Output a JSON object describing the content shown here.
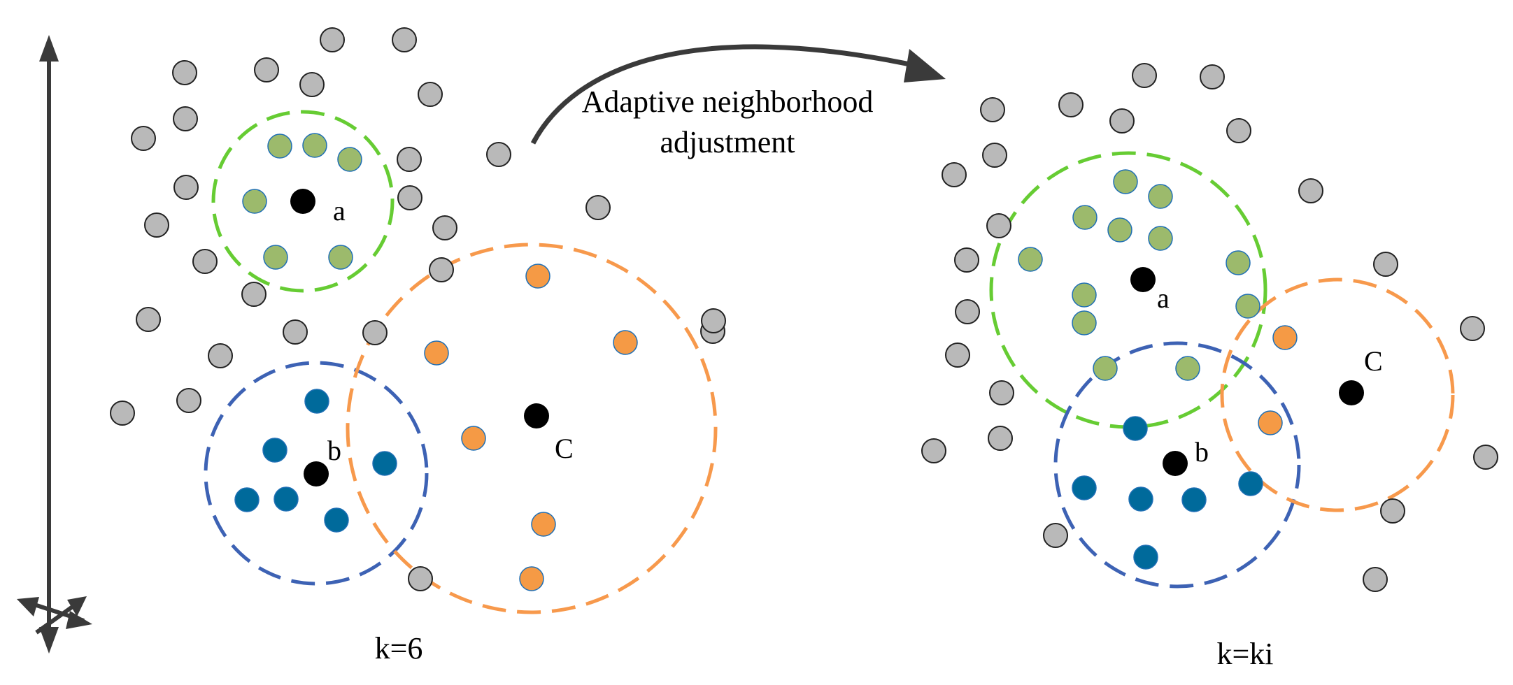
{
  "colors": {
    "gray": "#b9b9b9",
    "green": "#9cba6c",
    "blue": "#006a9b",
    "orange": "#f59a45",
    "black": "#000000",
    "green_circle": "#66cc33",
    "blue_circle": "#3d62b4",
    "orange_circle": "#f7994c",
    "arrow": "#3a3a3a"
  },
  "arrow_label": {
    "line1": "Adaptive neighborhood",
    "line2": "adjustment"
  },
  "panels": [
    {
      "id": "left",
      "k_label": "k=6",
      "centers": [
        {
          "label": "a",
          "group": "green"
        },
        {
          "label": "b",
          "group": "blue"
        },
        {
          "label": "C",
          "group": "orange"
        }
      ]
    },
    {
      "id": "right",
      "k_label": "k=ki",
      "centers": [
        {
          "label": "a",
          "group": "green"
        },
        {
          "label": "b",
          "group": "blue"
        },
        {
          "label": "C",
          "group": "orange"
        }
      ]
    }
  ]
}
